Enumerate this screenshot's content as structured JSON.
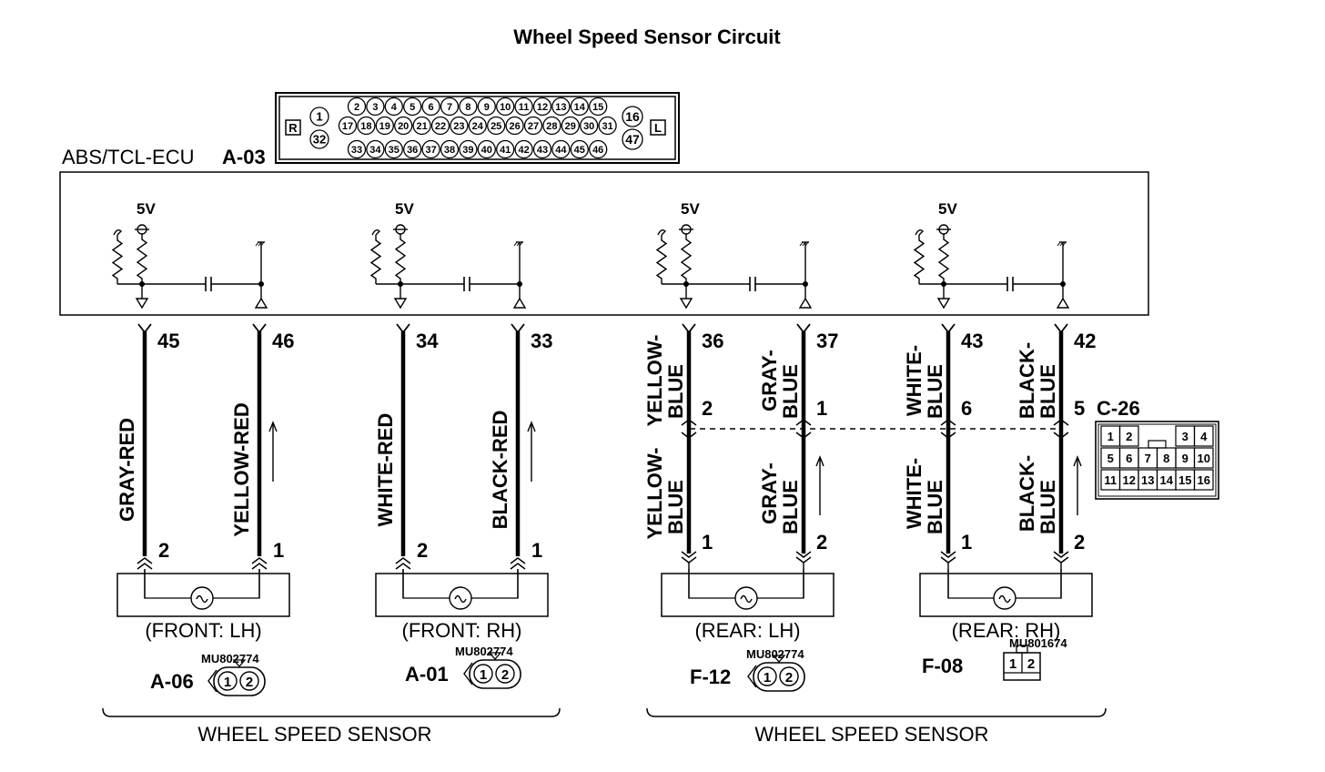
{
  "title": "Wheel Speed Sensor Circuit",
  "ecu": {
    "name": "ABS/TCL-ECU",
    "connector": "A-03",
    "side_left": "R",
    "side_right": "L",
    "supply": "5V",
    "pins_left": [
      "1",
      "32"
    ],
    "pins_right": [
      "16",
      "47"
    ],
    "pins_row1": [
      "2",
      "3",
      "4",
      "5",
      "6",
      "7",
      "8",
      "9",
      "10",
      "11",
      "12",
      "13",
      "14",
      "15"
    ],
    "pins_row2": [
      "17",
      "18",
      "19",
      "20",
      "21",
      "22",
      "23",
      "24",
      "25",
      "26",
      "27",
      "28",
      "29",
      "30",
      "31"
    ],
    "pins_row3": [
      "33",
      "34",
      "35",
      "36",
      "37",
      "38",
      "39",
      "40",
      "41",
      "42",
      "43",
      "44",
      "45",
      "46"
    ]
  },
  "wires": [
    {
      "ecu_pin": "45",
      "label": "GRAY-RED",
      "sensor_pin": "2",
      "arrow": false
    },
    {
      "ecu_pin": "46",
      "label": "YELLOW-RED",
      "sensor_pin": "1",
      "arrow": true
    },
    {
      "ecu_pin": "34",
      "label": "WHITE-RED",
      "sensor_pin": "2",
      "arrow": false
    },
    {
      "ecu_pin": "33",
      "label": "BLACK-RED",
      "sensor_pin": "1",
      "arrow": true
    },
    {
      "ecu_pin": "36",
      "upper_label": [
        "YELLOW-",
        "BLUE"
      ],
      "joint_pin": "2",
      "lower_label": [
        "YELLOW-",
        "BLUE"
      ],
      "sensor_pin": "1",
      "arrow": false
    },
    {
      "ecu_pin": "37",
      "upper_label": [
        "GRAY-",
        "BLUE"
      ],
      "joint_pin": "1",
      "lower_label": [
        "GRAY-",
        "BLUE"
      ],
      "sensor_pin": "2",
      "arrow": true
    },
    {
      "ecu_pin": "43",
      "upper_label": [
        "WHITE-",
        "BLUE"
      ],
      "joint_pin": "6",
      "lower_label": [
        "WHITE-",
        "BLUE"
      ],
      "sensor_pin": "1",
      "arrow": false
    },
    {
      "ecu_pin": "42",
      "upper_label": [
        "BLACK-",
        "BLUE"
      ],
      "joint_pin": "5",
      "lower_label": [
        "BLACK-",
        "BLUE"
      ],
      "sensor_pin": "2",
      "arrow": true
    }
  ],
  "joint_connector": {
    "name": "C-26",
    "row1": [
      "1",
      "2",
      "",
      "",
      "3",
      "4"
    ],
    "row2": [
      "5",
      "6",
      "7",
      "8",
      "9",
      "10"
    ],
    "row3": [
      "11",
      "12",
      "13",
      "14",
      "15",
      "16"
    ]
  },
  "sensors": [
    {
      "position": "(FRONT: LH)",
      "connector": "A-06",
      "part": "MU802774",
      "pins": [
        "1",
        "2"
      ]
    },
    {
      "position": "(FRONT: RH)",
      "connector": "A-01",
      "part": "MU802774",
      "pins": [
        "1",
        "2"
      ]
    },
    {
      "position": "(REAR: LH)",
      "connector": "F-12",
      "part": "MU802774",
      "pins": [
        "1",
        "2"
      ]
    },
    {
      "position": "(REAR: RH)",
      "connector": "F-08",
      "part": "MU801674",
      "pins": [
        "1",
        "2"
      ]
    }
  ],
  "group_labels": [
    "WHEEL SPEED SENSOR",
    "WHEEL SPEED SENSOR"
  ]
}
